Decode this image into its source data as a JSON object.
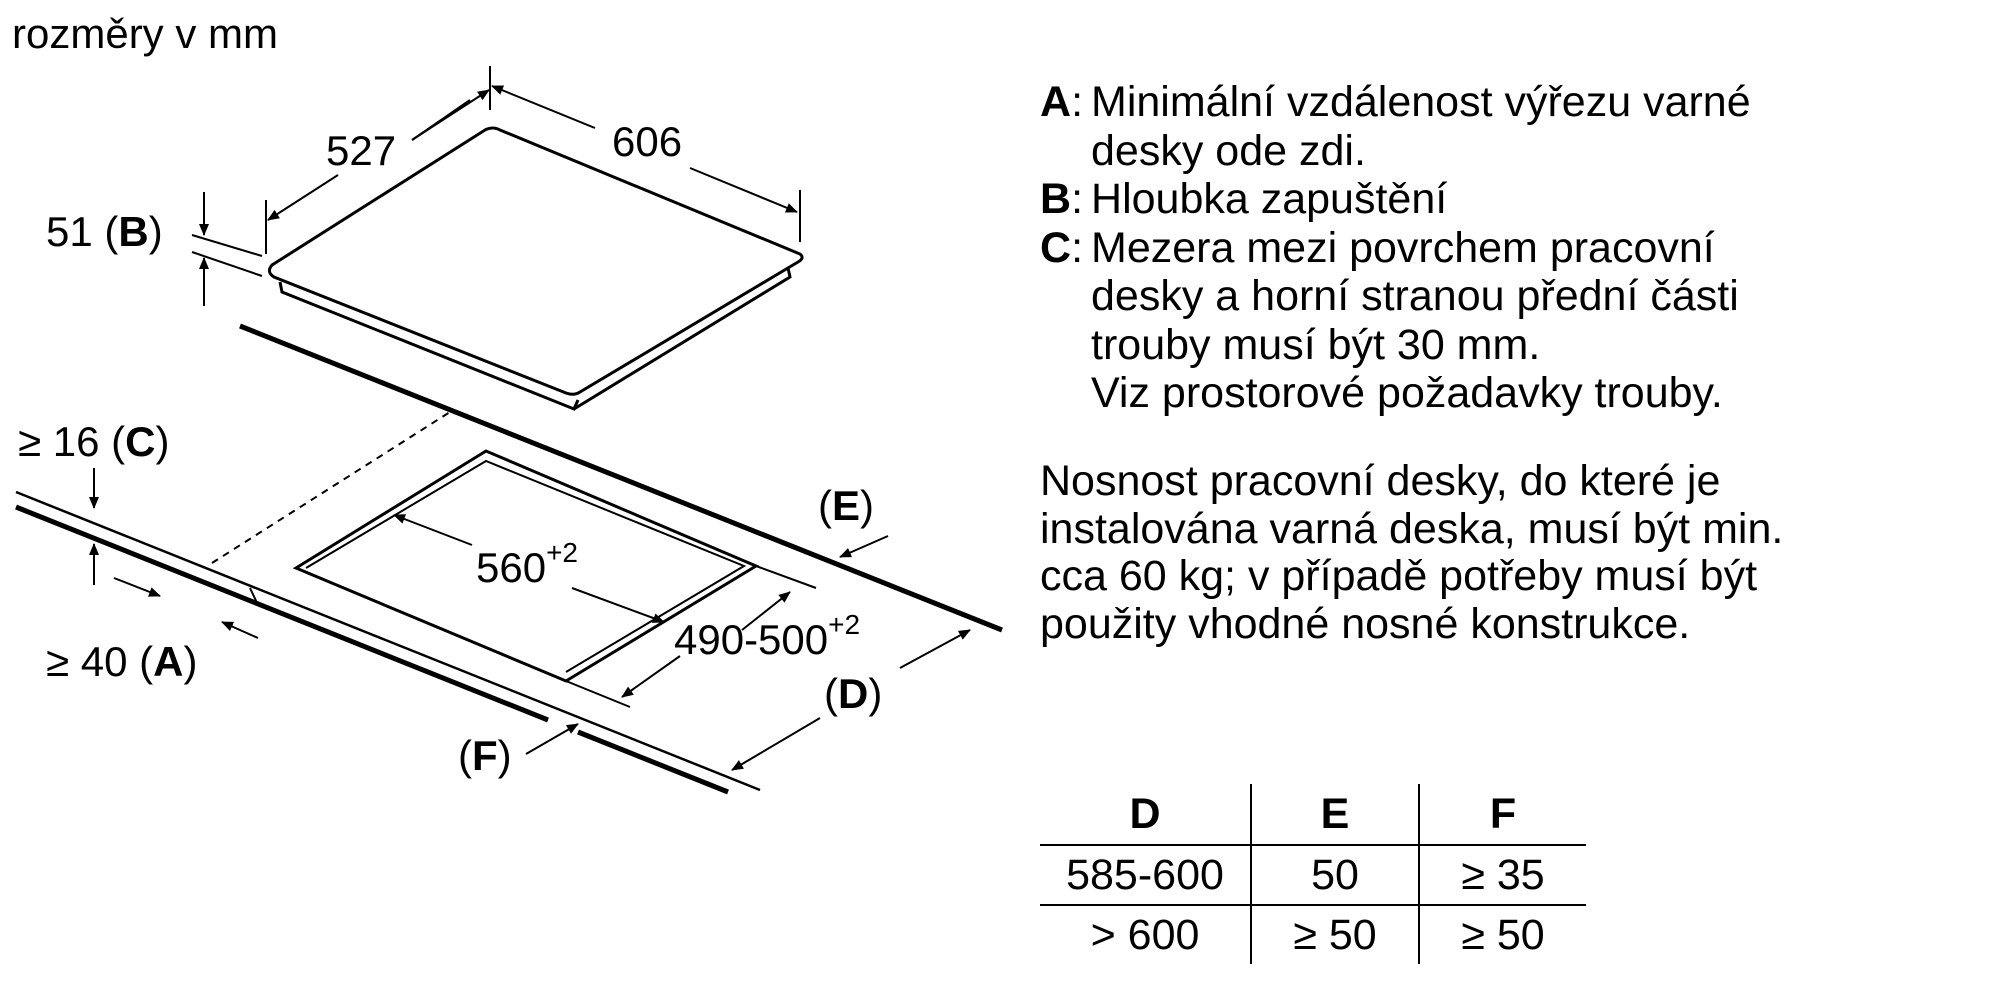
{
  "caption": "rozměry v mm",
  "dimensions": {
    "width": "606",
    "depth": "527",
    "height_value": "51 (",
    "height_key": "B",
    "height_close": ")",
    "cut_depth": "560",
    "cut_depth_tol": "+2",
    "cut_width": "490-500",
    "cut_width_tol": "+2",
    "gap_c_value": "≥ 16 (",
    "gap_c_key": "C",
    "gap_c_close": ")",
    "gap_a_value": "≥ 40 (",
    "gap_a_key": "A",
    "gap_a_close": ")",
    "label_e_open": "(",
    "label_e_key": "E",
    "label_e_close": ")",
    "label_d_open": "(",
    "label_d_key": "D",
    "label_d_close": ")",
    "label_f_open": "(",
    "label_f_key": "F",
    "label_f_close": ")"
  },
  "legend": [
    {
      "key": "A",
      "text": "Minimální vzdálenost výřezu varné desky ode zdi.",
      "lines": [
        "Minimální vzdálenost výřezu varné",
        "desky ode zdi."
      ]
    },
    {
      "key": "B",
      "text": "Hloubka zapuštění",
      "lines": [
        "Hloubka zapuštění"
      ]
    },
    {
      "key": "C",
      "text": "Mezera mezi povrchem pracovní desky a horní stranou přední části trouby musí být 30 mm. Viz prostorové požadavky trouby.",
      "lines": [
        "Mezera mezi povrchem pracovní",
        "desky a horní stranou přední části",
        "trouby musí být 30 mm.",
        "Viz prostorové požadavky trouby."
      ]
    }
  ],
  "load_note": {
    "lines": [
      "Nosnost pracovní desky, do které je",
      "instalována varná deska, musí být min.",
      "cca 60 kg; v případě potřeby musí být",
      "použity vhodné nosné konstrukce."
    ]
  },
  "table": {
    "headers": [
      "D",
      "E",
      "F"
    ],
    "rows": [
      [
        "585-600",
        "50",
        "≥ 35"
      ],
      [
        "> 600",
        "≥ 50",
        "≥ 50"
      ]
    ]
  }
}
